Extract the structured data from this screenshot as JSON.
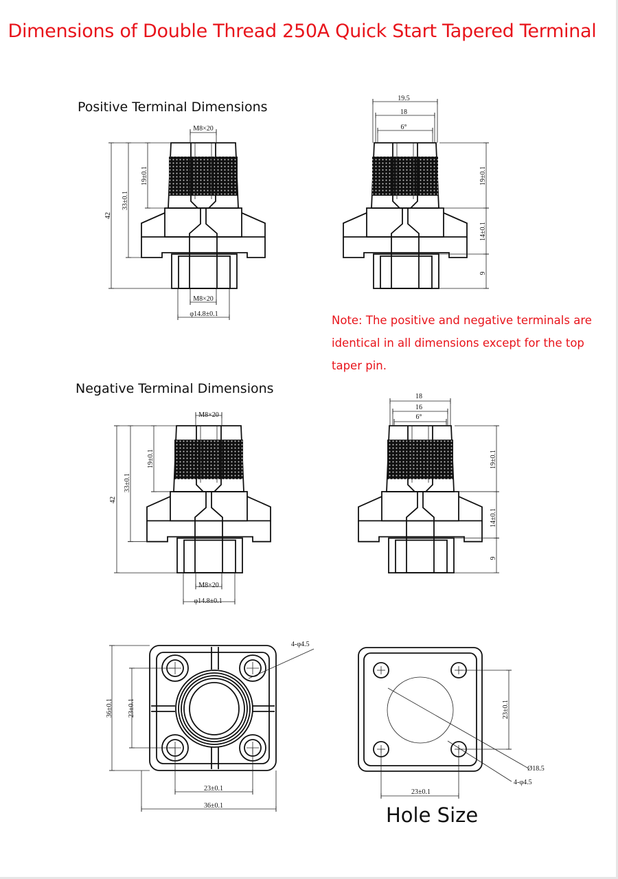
{
  "title": "Dimensions of Double Thread 250A Quick Start Tapered Terminal",
  "positive": {
    "heading": "Positive Terminal Dimensions",
    "front": {
      "top_thread": "M8×20",
      "bottom_thread": "M8×20",
      "diameter": "φ14.8±0.1",
      "total_height": "42",
      "body_height": "33±0.1",
      "cap_height": "19±0.1"
    },
    "side": {
      "width_outer": "19.5",
      "width_inner": "18",
      "taper": "6°",
      "cap_height": "19±0.1",
      "body_height": "14±0.1",
      "stud_height": "9"
    }
  },
  "note": "Note: The positive and negative terminals are identical in all dimensions except for the top taper pin.",
  "negative": {
    "heading": "Negative Terminal Dimensions",
    "front": {
      "top_thread": "M8×20",
      "bottom_thread": "M8×20",
      "diameter": "φ14.8±0.1",
      "total_height": "42",
      "body_height": "33±0.1",
      "cap_height": "19±0.1"
    },
    "side": {
      "width_outer": "18",
      "width_inner": "16",
      "taper": "6°",
      "cap_height": "19±0.1",
      "body_height": "14±0.1",
      "stud_height": "9"
    }
  },
  "bottom_view": {
    "holes": "4-φ4.5",
    "height": "36±0.1",
    "hole_spacing_v": "23±0.1",
    "hole_spacing_h": "23±0.1",
    "width": "36±0.1"
  },
  "hole_size": {
    "label": "Hole Size",
    "center_hole": "Ø18.5",
    "holes": "4-φ4.5",
    "hole_spacing_v": "23±0.1",
    "hole_spacing_h": "23±0.1"
  }
}
